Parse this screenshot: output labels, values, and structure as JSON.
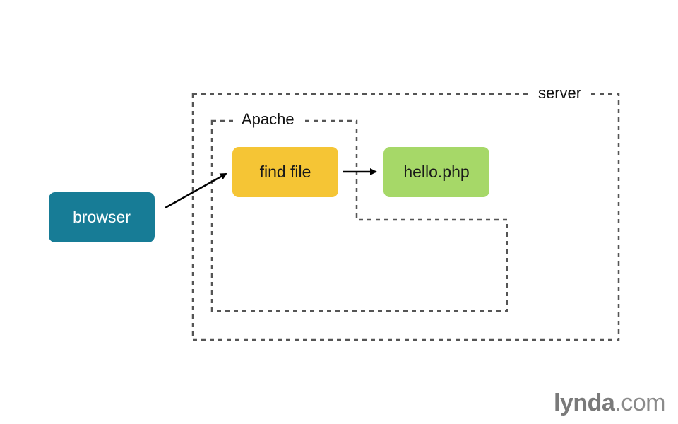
{
  "nodes": {
    "browser": "browser",
    "find_file": "find file",
    "hello_php": "hello.php"
  },
  "groups": {
    "server": "server",
    "apache": "Apache"
  },
  "watermark": {
    "brand": "lynda",
    "suffix": ".com"
  },
  "colors": {
    "browser": "#177c96",
    "find_file": "#f5c535",
    "hello_php": "#a6d868",
    "dashed_border": "#555555",
    "arrow": "#000000"
  }
}
